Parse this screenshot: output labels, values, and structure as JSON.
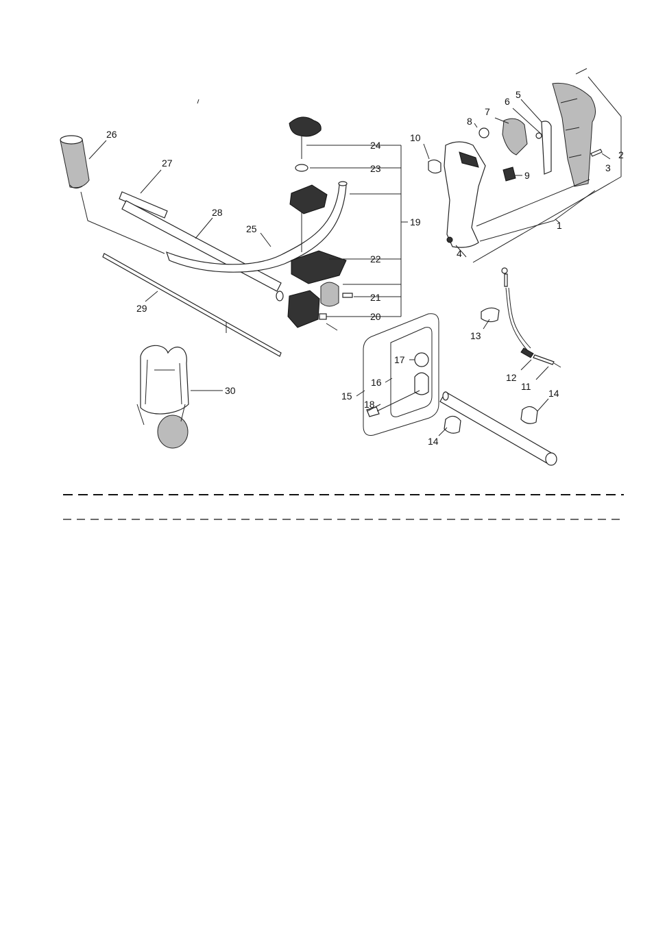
{
  "callouts": {
    "p1": "1",
    "p2": "2",
    "p3": "3",
    "p4": "4",
    "p5": "5",
    "p6": "6",
    "p7": "7",
    "p8": "8",
    "p9": "9",
    "p10": "10",
    "p11": "11",
    "p12": "12",
    "p13": "13",
    "p14a": "14",
    "p14b": "14",
    "p15": "15",
    "p16": "16",
    "p17": "17",
    "p18": "18",
    "p19": "19",
    "p20": "20",
    "p21": "21",
    "p22": "22",
    "p23": "23",
    "p24": "24",
    "p25": "25",
    "p26": "26",
    "p27": "27",
    "p28": "28",
    "p29": "29",
    "p30": "30"
  },
  "colors": {
    "line": "#222222",
    "fill_dark": "#333333",
    "fill_grey": "#bbbbbb"
  }
}
